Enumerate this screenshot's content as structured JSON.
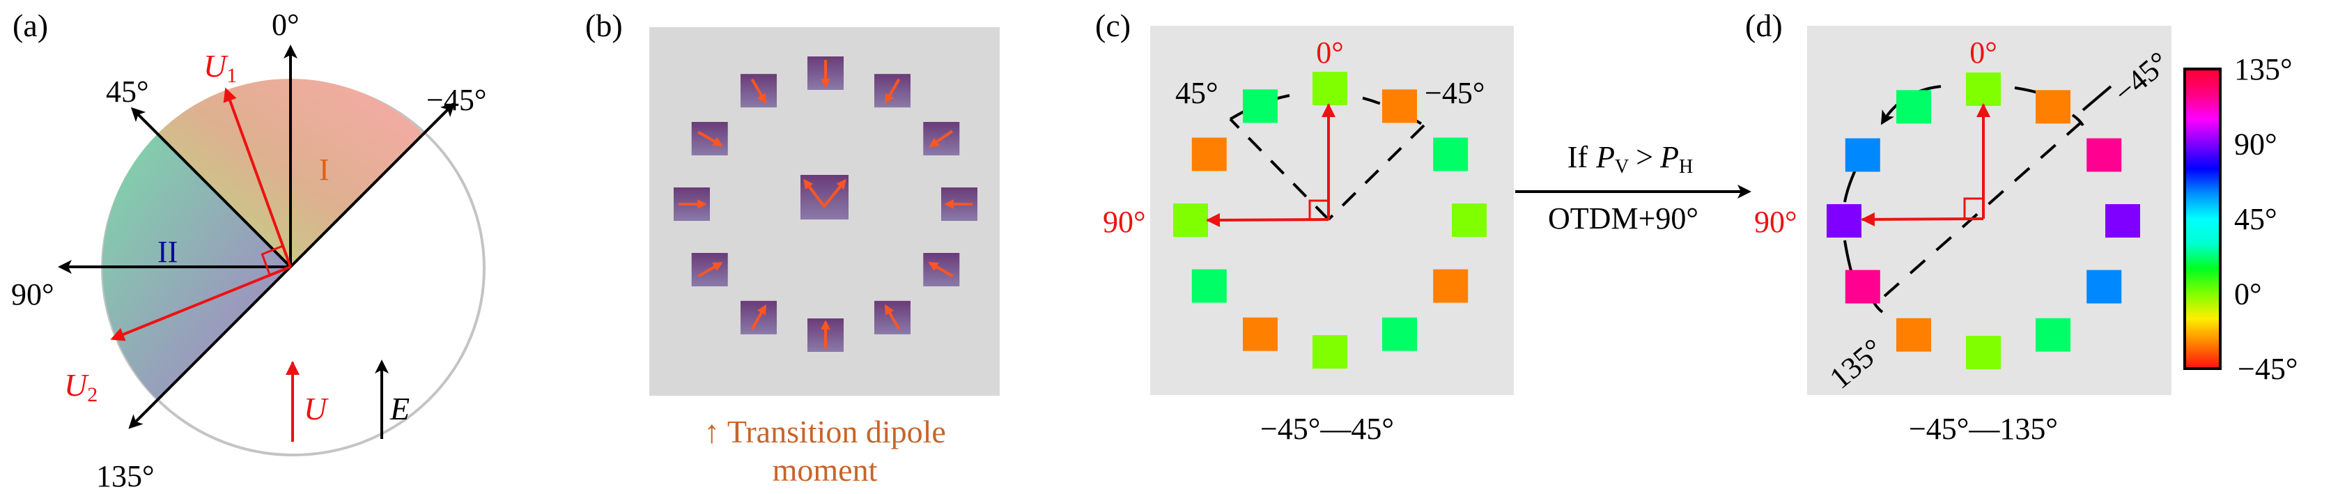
{
  "figure": {
    "panel_a": {
      "letter": "(a)",
      "axis_labels": {
        "deg0": "0°",
        "deg45": "45°",
        "degm45": "−45°",
        "deg90": "90°",
        "deg135": "135°"
      },
      "region_labels": {
        "region1": "I",
        "region2": "II"
      },
      "region_colors": {
        "region1": "#f9aaa8",
        "region2_top": "#7ed8a8",
        "region2_bottom": "#a67fc6",
        "region1_inner": "#b5dc80",
        "region1_label": "#e06010",
        "region2_label": "#0a0aa0"
      },
      "vectors": {
        "u1": "U",
        "u1_sub": "1",
        "u2": "U",
        "u2_sub": "2",
        "u": "U",
        "e": "E"
      },
      "vector_angles_deg": {
        "u1": 20,
        "u2": 112
      }
    },
    "panel_b": {
      "letter": "(b)",
      "caption_line1": "↑ Transition dipole",
      "caption_line2": "moment",
      "dipole_arrow_directions_deg": [
        180,
        210,
        235,
        270,
        300,
        330,
        0,
        30,
        60,
        90,
        120,
        150
      ],
      "center_arrows": "V-shaped pair"
    },
    "panel_c": {
      "letter": "(c)",
      "labels": {
        "top": "0°",
        "left": "90°",
        "upper_left": "45°",
        "upper_right": "−45°"
      },
      "caption": "−45°—45°",
      "square_orientations_deg": [
        0,
        -30,
        30,
        0,
        -30,
        30,
        0,
        -30,
        30,
        0,
        -30,
        30
      ]
    },
    "transform_arrow": {
      "above": "If",
      "pv": "P",
      "pv_sub": "V",
      "gt": ">",
      "ph": "P",
      "ph_sub": "H",
      "below": "OTDM+90°"
    },
    "panel_d": {
      "letter": "(d)",
      "labels": {
        "top": "0°",
        "left": "90°",
        "diag_upper": "−45°",
        "diag_lower": "135°"
      },
      "caption": "−45°—135°",
      "square_orientations_deg": [
        0,
        -30,
        120,
        90,
        60,
        30,
        0,
        -30,
        120,
        90,
        60,
        30
      ]
    },
    "colorbar": {
      "min_deg": -45,
      "max_deg": 135,
      "ticks": [
        "135°",
        "90°",
        "45°",
        "0°",
        "−45°"
      ],
      "stops": [
        "#ff1010",
        "#ff8000",
        "#ffee00",
        "#80ff00",
        "#00ff20",
        "#00ffd0",
        "#00ffff",
        "#0090ff",
        "#0000ff",
        "#8000ff",
        "#ff00ff",
        "#ff0080",
        "#ff0030"
      ]
    },
    "orientation_colors": {
      "-30": "#ff7f00",
      "0": "#80ff00",
      "30": "#00ff66",
      "60": "#0088ff",
      "90": "#8000ff",
      "120": "#ff0090"
    },
    "colors": {
      "panel_bg_b": "#d8d8d8",
      "panel_bg_cd": "#e4e4e4",
      "accent_red": "#ee1111",
      "dipole_box_top": "#6a3b78",
      "dipole_box_bottom": "#8a7aa8",
      "dipole_arrow": "#ff5522"
    }
  }
}
